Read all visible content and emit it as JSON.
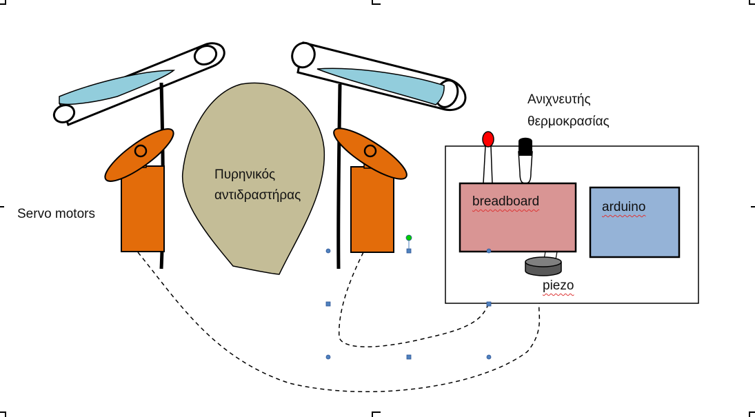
{
  "labels": {
    "servo_motors": "Servo motors",
    "reactor_line1": "Πυρηνικός",
    "reactor_line2": "αντιδραστήρας",
    "temp_sensor_line1": "Ανιχνευτής",
    "temp_sensor_line2": "θερμοκρασίας",
    "breadboard": "breadboard",
    "arduino": "arduino",
    "piezo": "piezo"
  },
  "colors": {
    "servo_orange": "#e36c0a",
    "reactor_tan": "#c4bd97",
    "breadboard_pink": "#d99594",
    "arduino_blue": "#95b3d7",
    "solar_tube_light_blue": "#92cddc",
    "led_red": "#ff0000",
    "selection_handle_blue": "#4f81bd",
    "rotate_handle_green": "#00cc00"
  },
  "icons": {
    "led": "led-icon",
    "temperature_sensor": "temperature-sensor-icon",
    "piezo_buzzer": "piezo-buzzer-icon"
  }
}
